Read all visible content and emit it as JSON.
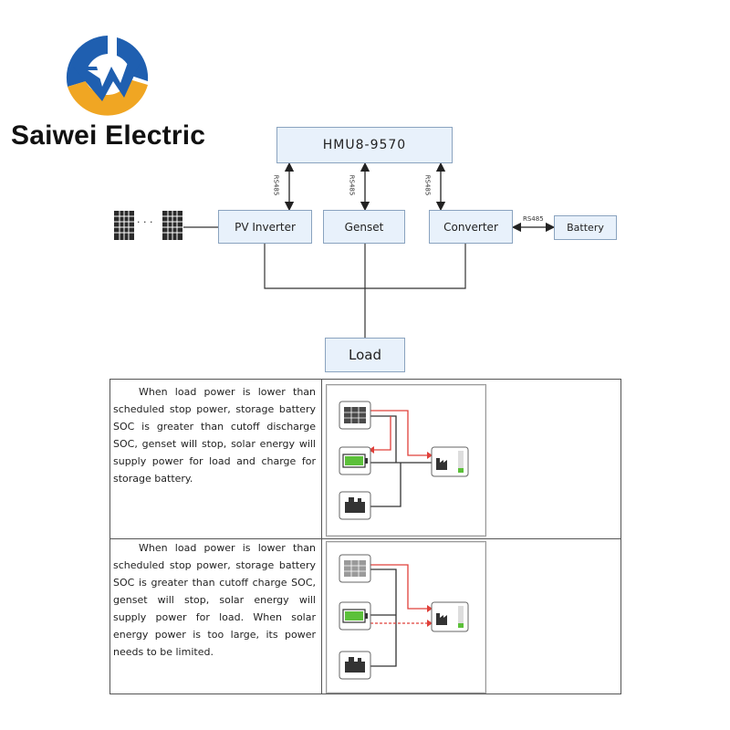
{
  "brand": {
    "name": "Saiwei Electric",
    "logo_icon": "saiwei-logo-icon",
    "colors": {
      "blue": "#1f5fb0",
      "orange": "#f0a623"
    }
  },
  "diagram": {
    "controller": "HMU8-9570",
    "pv_inverter": "PV Inverter",
    "genset": "Genset",
    "converter": "Converter",
    "battery": "Battery",
    "load": "Load",
    "bus_label": "RS485",
    "solar_separator": "· · ·"
  },
  "modes": [
    {
      "description": "When load power is lower than scheduled stop power, storage battery SOC is greater than cutoff discharge SOC, genset will stop, solar energy will supply power for load and charge for storage battery.",
      "icons": [
        "solar-panel-icon",
        "battery-icon",
        "load-factory-icon",
        "genset-icon"
      ]
    },
    {
      "description": "When load power is lower than scheduled stop power, storage battery SOC is greater than cutoff charge SOC, genset will stop, solar energy will supply power for load. When solar energy power is too large, its power needs to be limited.",
      "icons": [
        "solar-panel-icon",
        "battery-icon",
        "load-factory-icon",
        "genset-icon"
      ]
    }
  ],
  "colors": {
    "box_fill": "#e8f1fb",
    "box_border": "#8aa3bf",
    "flow_red": "#e0403a",
    "battery_green": "#5cc03a"
  }
}
